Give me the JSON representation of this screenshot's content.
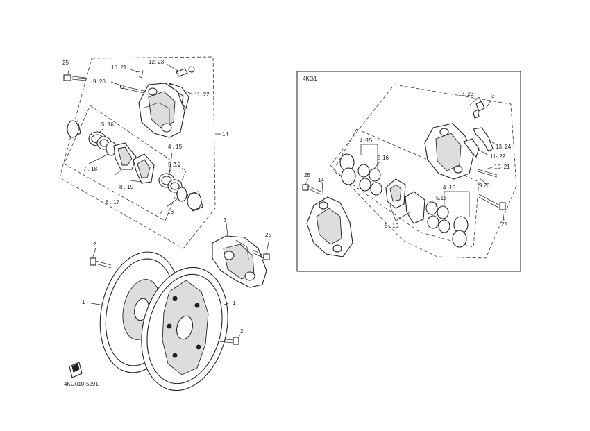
{
  "inset_title": "4KG1",
  "diagram_code": "4KG010-5291",
  "callouts": {
    "c25a": "25",
    "c1021a": "10. 21",
    "c1223a": "12. 23",
    "c920a": "9. 20",
    "c1122a": "11. 22",
    "c14a": "14",
    "c516a": "5 .16",
    "c415a": "4 . 15",
    "c516b": "5 .16",
    "c718a": "7 . 18",
    "c819a": "8 . 19",
    "c617": "6 . 17",
    "c718b": "7 . 18",
    "c3a": "3",
    "c25b": "25",
    "c2a": "2",
    "c1a": "1",
    "c1b": "1",
    "c2b": "2",
    "c1223b": "12. 23",
    "c3b": "3",
    "c1324": "13. 24",
    "c1122b": "11- 22",
    "c1021b": "10- 21",
    "c920b": "9 20",
    "c415b": "4 ·15",
    "c516c": "5-16",
    "c25c": "25",
    "c14b": "14",
    "c415c": "4 ·15",
    "c516d": "5.16",
    "c819b": "8 . 19",
    "c25d": "25"
  }
}
